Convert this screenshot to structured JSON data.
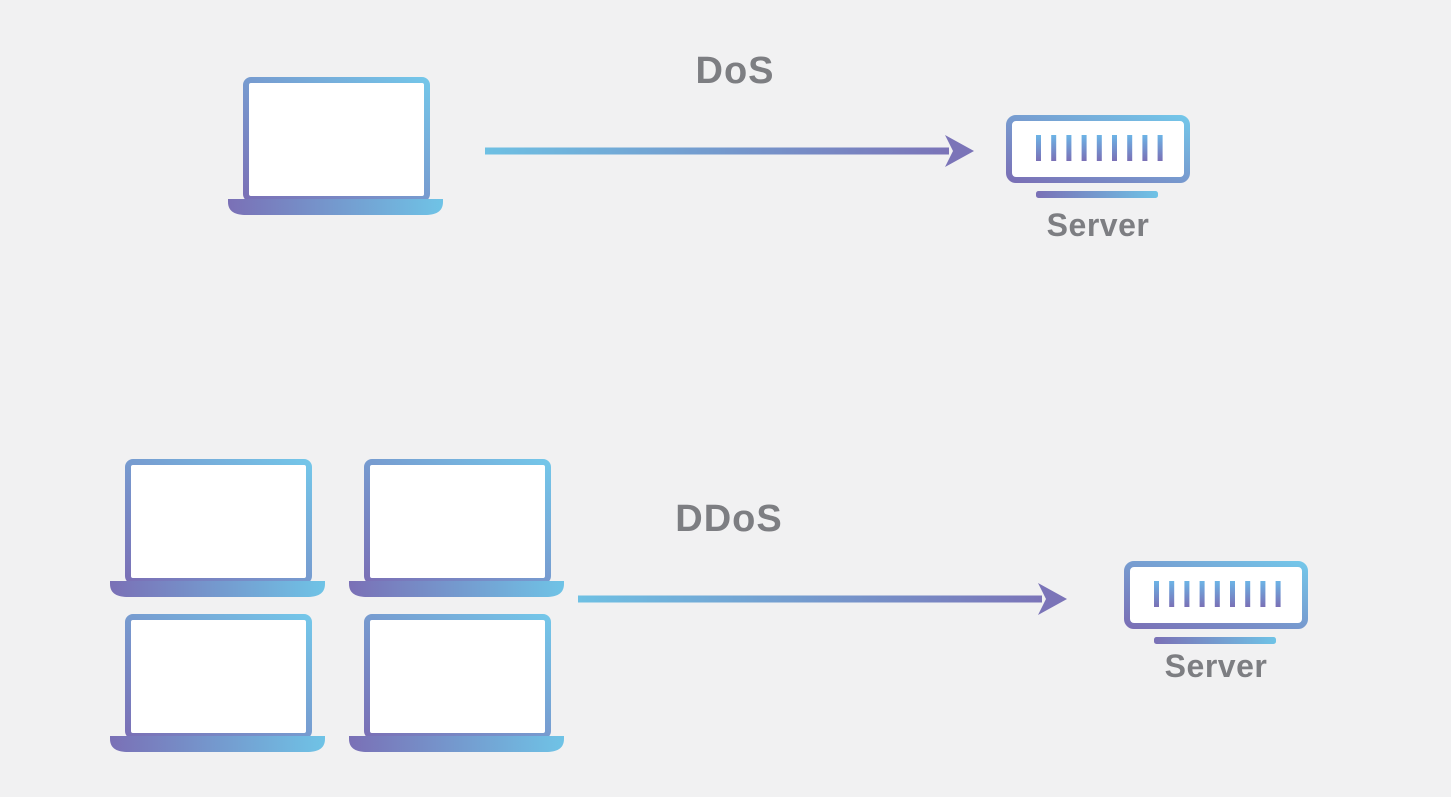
{
  "palette": {
    "background": "#f1f1f2",
    "gradient_purple": "#7a70b6",
    "gradient_blue": "#72c4e8",
    "arrowhead_purple": "#7b74b8",
    "label_gray": "#7d7e82",
    "device_fill": "#ffffff"
  },
  "icons": {
    "attacker": "laptop-icon",
    "target": "server-icon",
    "flow": "arrow-right-icon"
  },
  "sections": {
    "dos": {
      "attack_label": "DoS",
      "server_label": "Server",
      "attacker_count": 1
    },
    "ddos": {
      "attack_label": "DDoS",
      "server_label": "Server",
      "attacker_count": 4
    }
  }
}
